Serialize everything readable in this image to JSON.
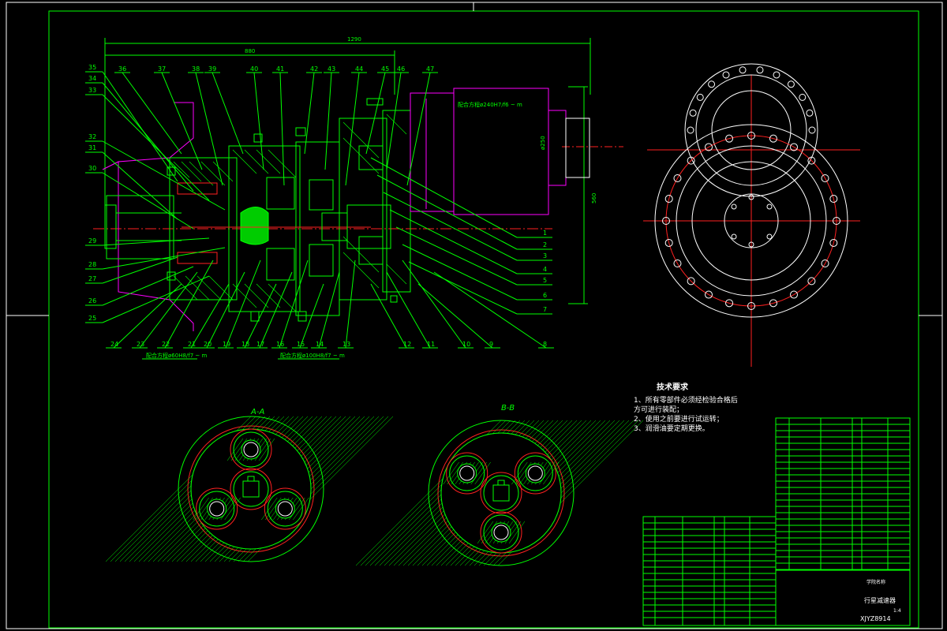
{
  "colors": {
    "background": "#000000",
    "line": "#00ff00",
    "centerline": "#ff2020",
    "motor": "#ff00ff",
    "text": "#ffffff"
  },
  "dims": {
    "total": "1290",
    "partial": "880",
    "height_right": "560",
    "motor_dia": "ø250"
  },
  "notes": {
    "left_fit_a": "配合方程ø60H8/f7 ~ m",
    "left_fit_b": "配合方程ø100H8/f7 ~ m",
    "top_fit": "配合方程ø240H7/f6 ~ m"
  },
  "left_labels": [
    "35",
    "34",
    "33",
    "32",
    "31",
    "30",
    "29",
    "28",
    "27",
    "26",
    "25"
  ],
  "top_labels": [
    "36",
    "37",
    "38",
    "39",
    "40",
    "41",
    "42",
    "43",
    "44",
    "45",
    "46",
    "47"
  ],
  "bottom_labels": [
    "24",
    "23",
    "22",
    "21",
    "20",
    "19",
    "18",
    "17",
    "16",
    "15",
    "14",
    "13",
    "12",
    "11",
    "10",
    "9",
    "8"
  ],
  "right_labels": [
    "1",
    "2",
    "3",
    "4",
    "5",
    "6",
    "7"
  ],
  "section_a": "A-A",
  "section_b": "B-B",
  "tech": {
    "title": "技术要求",
    "items": [
      "1、所有零部件必须经检验合格后",
      "方可进行装配；",
      "2、使用之前要进行试运转；",
      "3、润滑油要定期更换。"
    ]
  },
  "title_block": {
    "name": "行星减速器",
    "drawing_no": "XJYZ8914",
    "school": "学院名称",
    "scale": "1:4"
  }
}
